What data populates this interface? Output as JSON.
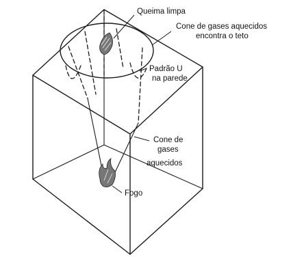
{
  "labels": {
    "clean_burn": "Queima limpa",
    "cone_ceiling_line1": "Cone de gases aquecidos",
    "cone_ceiling_line2": "encontra o teto",
    "u_pattern_line1": "Padrão U",
    "u_pattern_line2": "na parede",
    "cone_line1": "Cone de",
    "cone_line2": "gases",
    "cone_line3": "aquecidos",
    "fire": "Fogo"
  },
  "colors": {
    "line": "#1a1a1a",
    "flame": "#777777",
    "background": "#ffffff"
  }
}
